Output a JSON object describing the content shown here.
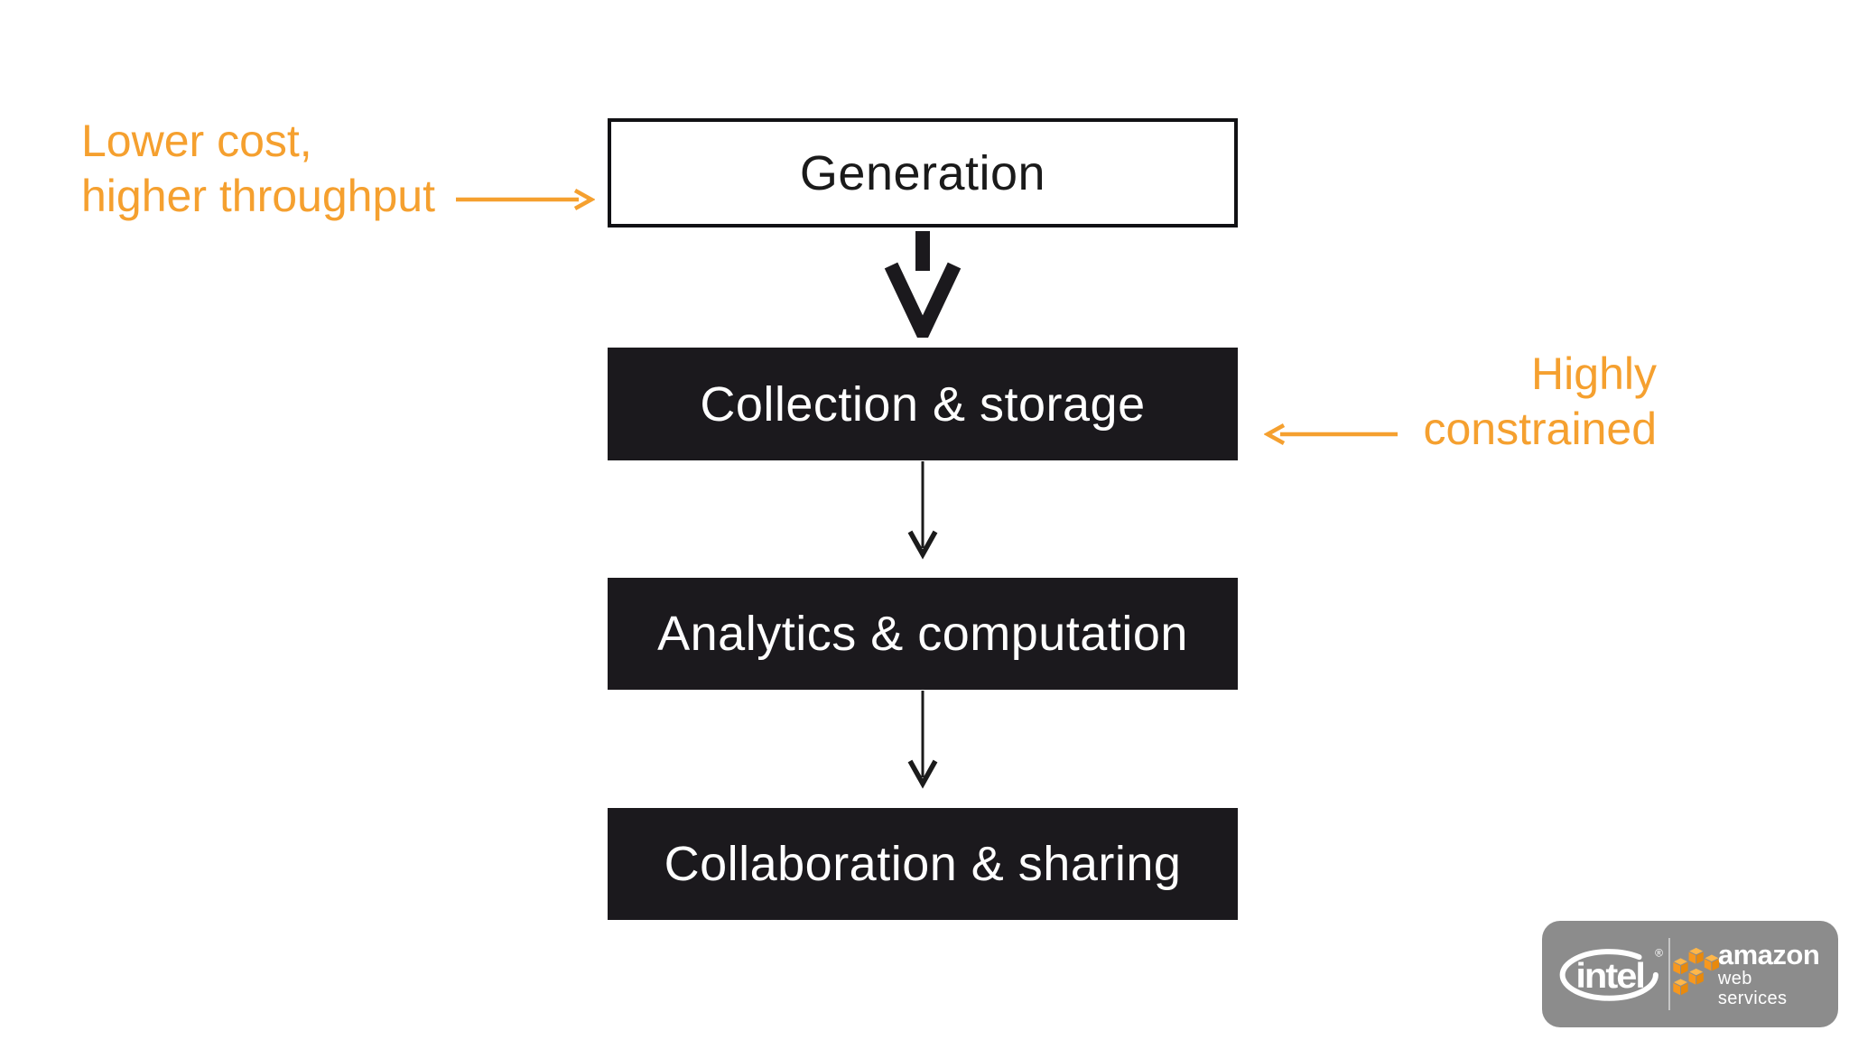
{
  "slide": {
    "type": "flow-diagram",
    "background": "#ffffff"
  },
  "flow": {
    "boxes": [
      {
        "label": "Generation",
        "variant": "outline"
      },
      {
        "label": "Collection & storage",
        "variant": "solid"
      },
      {
        "label": "Analytics & computation",
        "variant": "solid"
      },
      {
        "label": "Collaboration & sharing",
        "variant": "solid"
      }
    ],
    "connectors": [
      {
        "from": "Generation",
        "to": "Collection & storage",
        "style": "thick-chevron"
      },
      {
        "from": "Collection & storage",
        "to": "Analytics & computation",
        "style": "thin"
      },
      {
        "from": "Analytics & computation",
        "to": "Collaboration & sharing",
        "style": "thin"
      }
    ]
  },
  "annotations": {
    "left": {
      "line1": "Lower cost,",
      "line2": "higher throughput",
      "points_to": "Generation",
      "arrow_direction": "right",
      "color": "#f5a02f"
    },
    "right": {
      "line1": "Highly",
      "line2": "constrained",
      "points_to": "Collection & storage",
      "arrow_direction": "left",
      "color": "#f5a02f"
    }
  },
  "branding": {
    "badge_background": "#8c8c8c",
    "intel": {
      "wordmark": "intel",
      "registered_mark": "®",
      "color": "#ffffff"
    },
    "aws": {
      "wordmark": "amazon",
      "subtitle": "web services",
      "cube_color": "#f7981f",
      "text_color": "#ffffff"
    }
  },
  "colors": {
    "box_solid": "#1b191d",
    "box_outline_border": "#111114",
    "arrow_black": "#1b191d",
    "annotation_orange": "#f5a02f"
  }
}
